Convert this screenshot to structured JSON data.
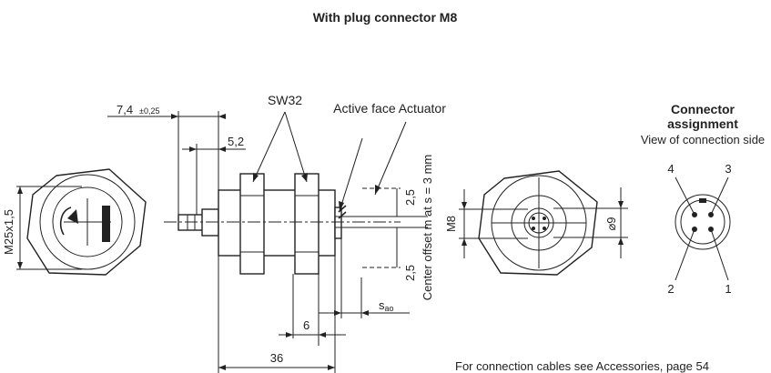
{
  "title": "With plug connector M8",
  "labels": {
    "wrench_size": "SW32",
    "active_face": "Active face Actuator",
    "dim_7_4": "7,4",
    "dim_7_4_tol": "±0,25",
    "dim_5_2": "5,2",
    "dim_6": "6",
    "dim_36": "36",
    "thread": "M25x1,5",
    "m8": "M8",
    "diameter_9": "⌀9",
    "offset_a": "2,5",
    "offset_b": "2,5",
    "center_offset": "Center offset m at s = 3 mm",
    "s_ao_main": "s",
    "s_ao_sub": "ao"
  },
  "connector": {
    "title_line1": "Connector",
    "title_line2": "assignment",
    "subtitle": "View of connection side",
    "pins": [
      "1",
      "2",
      "3",
      "4"
    ]
  },
  "footer": "For connection cables see Accessories, page 54"
}
